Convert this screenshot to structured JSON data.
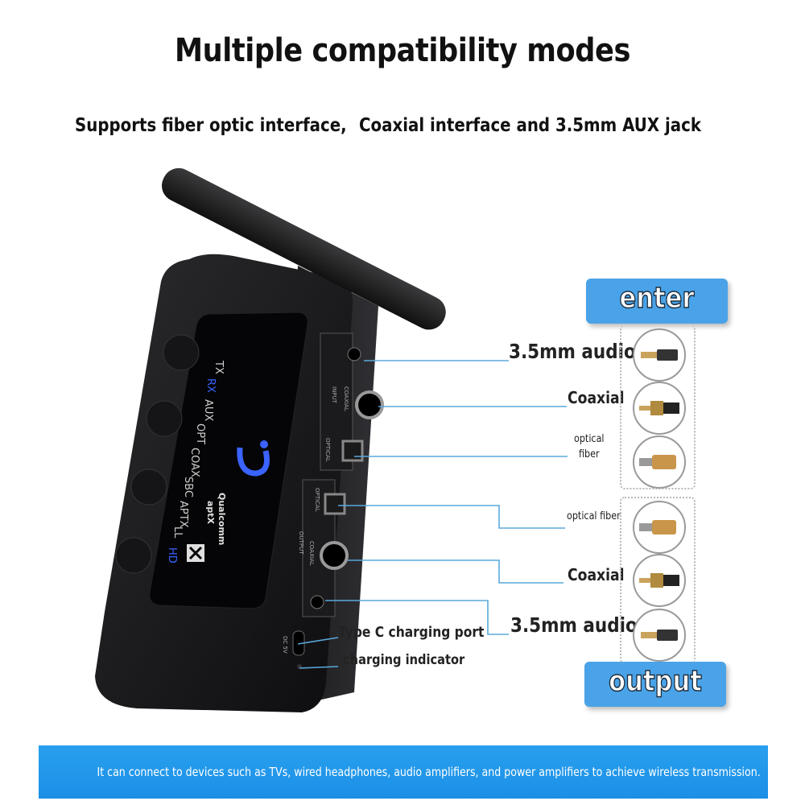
{
  "title": "Multiple compatibility modes",
  "subtitle_left": "Supports fiber optic interface,",
  "subtitle_right": "Coaxial interface and 3.5mm AUX jack",
  "device": {
    "modes": [
      "TX",
      "RX",
      "AUX",
      "OPT",
      "COAX",
      "SBC",
      "APTX",
      "LL",
      "HD"
    ],
    "brand_line1": "Qualcomm",
    "brand_line2": "aptX",
    "port_input": "INPUT",
    "port_output": "OUTPUT",
    "port_coaxial": "COAXIAL",
    "port_optical": "OPTICAL",
    "port_dc": "DC 5V"
  },
  "callouts": {
    "in_aux": "3.5mm audio",
    "in_coax": "Coaxial",
    "in_optical_1": "optical",
    "in_optical_2": "fiber",
    "out_optical": "optical fiber",
    "out_coax": "Coaxial",
    "out_aux": "3.5mm audio",
    "typec": "Type C charging port",
    "indicator": "charging indicator"
  },
  "badges": {
    "enter": "enter",
    "output": "output"
  },
  "banner_text": "It can connect to devices such as TVs, wired headphones, audio amplifiers, and power amplifiers to achieve wireless transmission.",
  "colors": {
    "accent_blue": "#29a0ee",
    "badge_blue": "#4aa3e8",
    "line_blue": "#5aa8dc",
    "screen_blue": "#3a63ff"
  }
}
